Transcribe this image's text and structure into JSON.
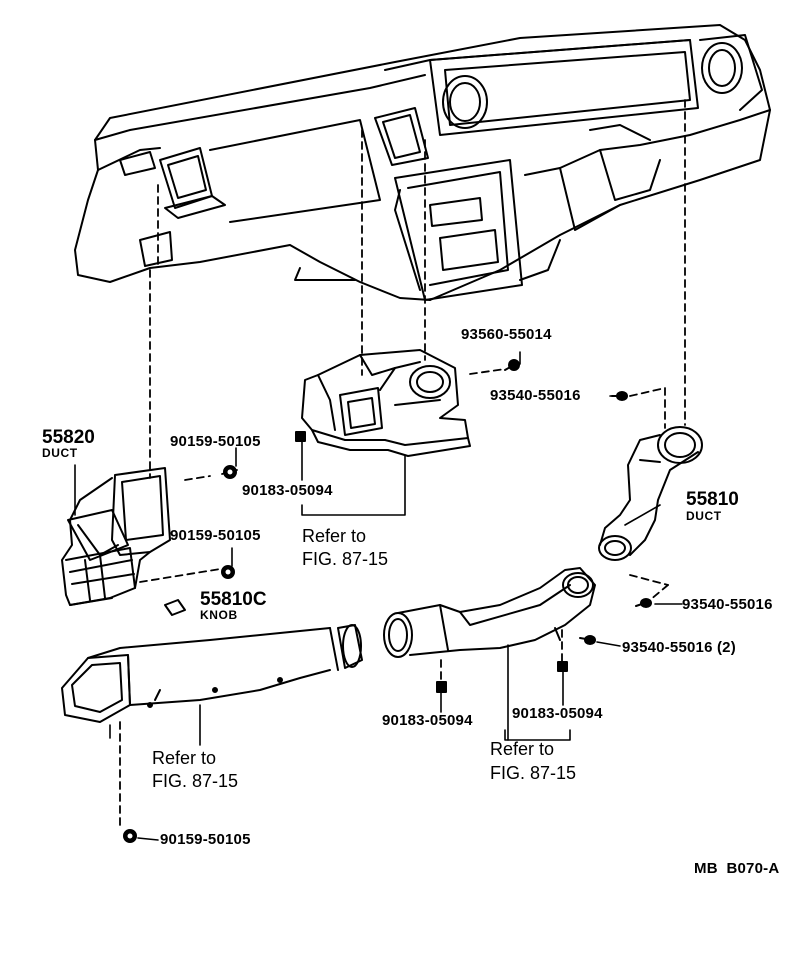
{
  "labels": {
    "p_93560_55014": "93560-55014",
    "p_93540_55016_a": "93540-55016",
    "p_90159_50105_a": "90159-50105",
    "p_90183_05094_a": "90183-05094",
    "p_55820": "55820",
    "p_55820_name": "DUCT",
    "p_90159_50105_b": "90159-50105",
    "p_55810": "55810",
    "p_55810_name": "DUCT",
    "p_55810c": "55810C",
    "p_55810c_name": "KNOB",
    "refer_center": "Refer to",
    "fig_center": "FIG. 87-15",
    "p_93540_55016_b": "93540-55016",
    "p_93540_55016_c": "93540-55016 (2)",
    "p_90183_05094_b": "90183-05094",
    "p_90183_05094_c": "90183-05094",
    "refer_left": "Refer to",
    "fig_left": "FIG. 87-15",
    "refer_right": "Refer to",
    "fig_right": "FIG. 87-15",
    "p_90159_50105_c": "90159-50105",
    "code": "MB  B070-A"
  },
  "colors": {
    "ink": "#000000",
    "paper": "#ffffff"
  }
}
